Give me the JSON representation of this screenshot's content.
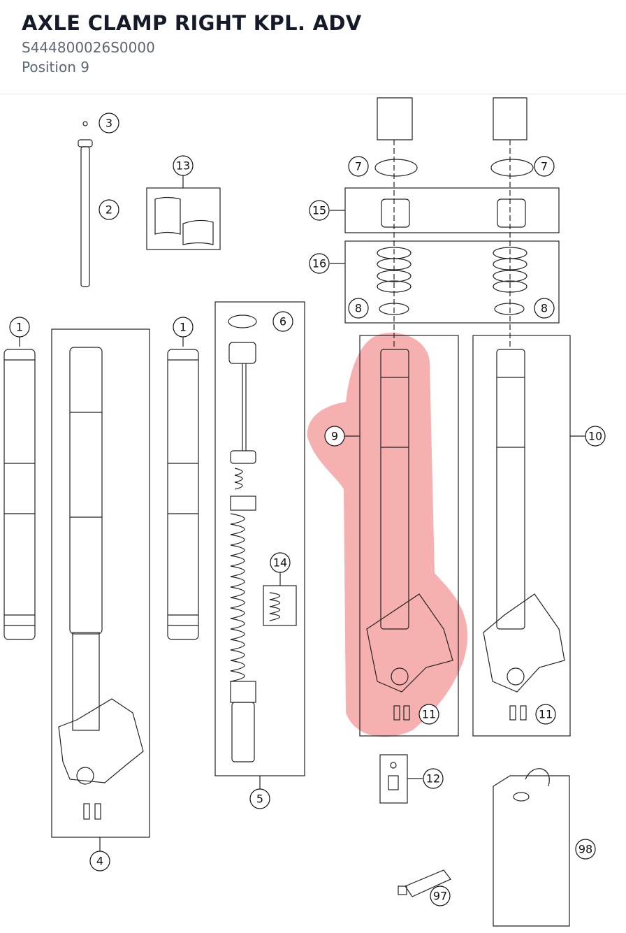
{
  "header": {
    "title": "AXLE CLAMP RIGHT KPL. ADV",
    "part_number": "S444800026S0000",
    "position_text": "Position 9"
  },
  "diagram": {
    "highlighted_position": "9",
    "highlight_color": "#f07070",
    "callouts": [
      "1",
      "1",
      "2",
      "3",
      "4",
      "5",
      "6",
      "7",
      "7",
      "8",
      "8",
      "9",
      "10",
      "11",
      "11",
      "12",
      "13",
      "14",
      "15",
      "16",
      "97",
      "98"
    ]
  }
}
